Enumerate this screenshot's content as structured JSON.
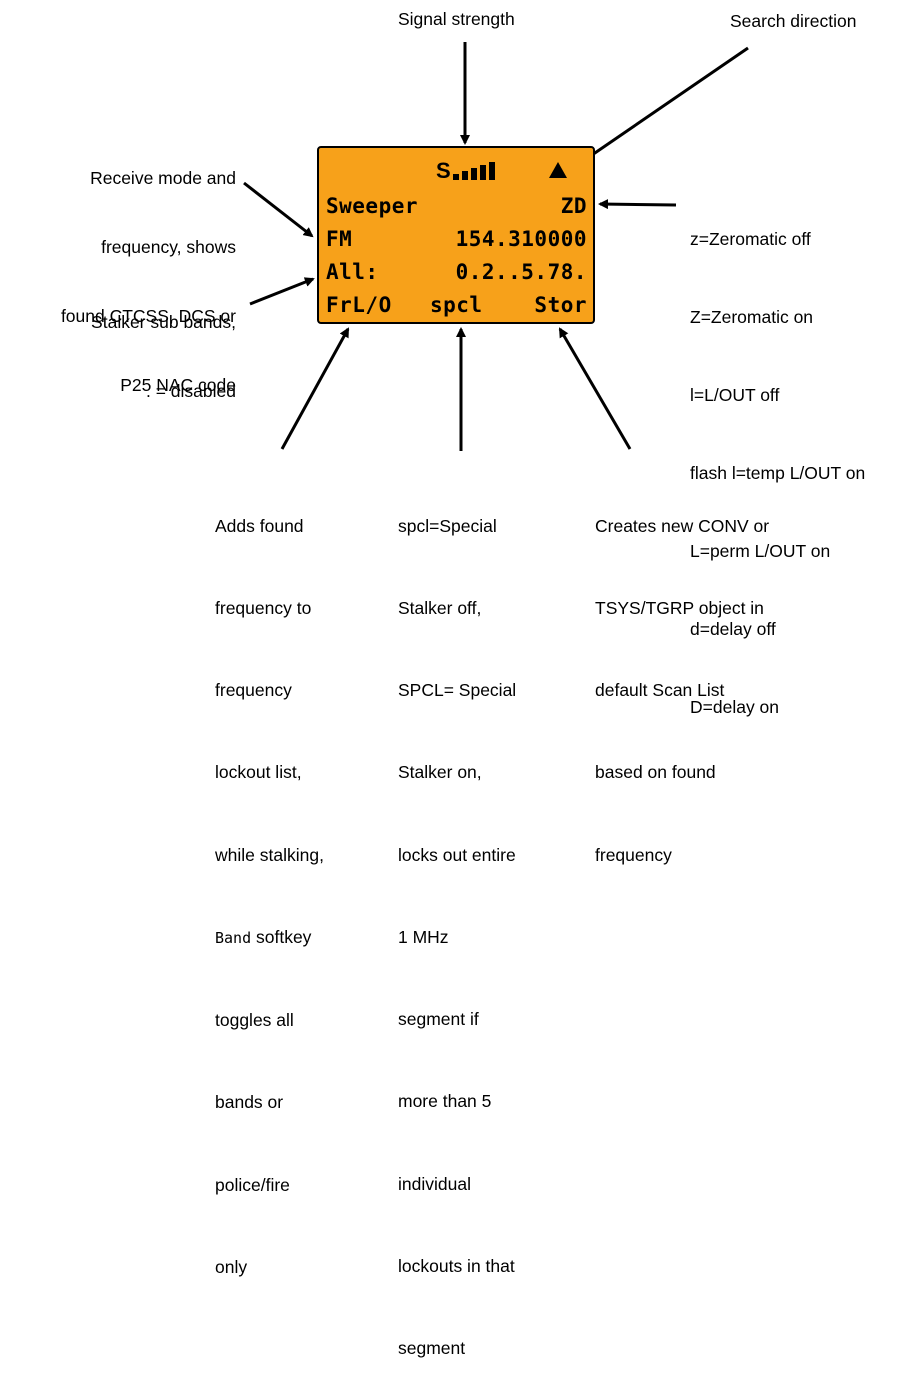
{
  "labels": {
    "signal_strength": "Signal strength",
    "search_direction": "Search direction",
    "receive_mode": [
      "Receive mode and",
      "frequency, shows",
      "found CTCSS, DCS or",
      "P25 NAC code"
    ],
    "stalker_bands": [
      "Stalker sub bands,",
      ". = disabled"
    ],
    "zero_legend": [
      "z=Zeromatic off",
      "Z=Zeromatic on",
      "l=L/OUT off",
      "flash l=temp L/OUT on",
      "L=perm L/OUT on",
      "d=delay off",
      "D=delay on"
    ],
    "frlo_desc": {
      "lines_before": [
        "Adds found",
        "frequency to",
        "frequency",
        "lockout list,",
        "while stalking,"
      ],
      "band_key": "Band",
      "band_rest": " softkey",
      "lines_after": [
        "toggles all",
        "bands or",
        "police/fire",
        "only"
      ]
    },
    "spcl_desc": [
      "spcl=Special",
      "Stalker off,",
      "SPCL= Special",
      "Stalker on,",
      "locks out entire",
      "1 MHz",
      "segment if",
      "more than 5",
      "individual",
      "lockouts in that",
      "segment"
    ],
    "stor_desc": [
      "Creates new CONV or",
      "TSYS/TGRP object in",
      "default Scan List",
      "based on found",
      "frequency"
    ]
  },
  "lcd": {
    "signal_letter": "S",
    "signal_level": 4,
    "line1_left": "Sweeper",
    "line1_right": "ZD",
    "line2_left": "FM",
    "line2_right": "154.310000",
    "line3_left": "All:",
    "line3_right": "0.2..5.78.",
    "softkey_1": "FrL/O",
    "softkey_2": "spcl",
    "softkey_3": "Stor"
  }
}
